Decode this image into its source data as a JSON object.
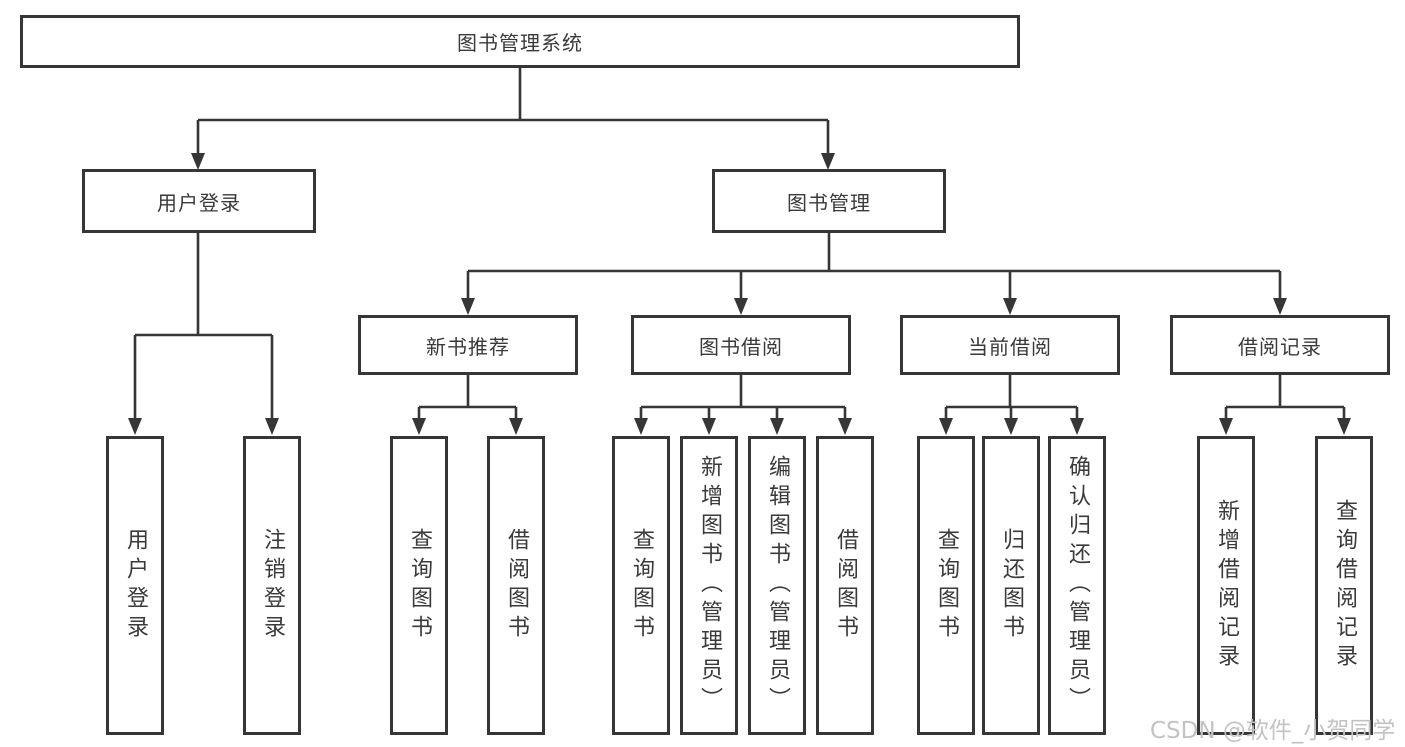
{
  "tree": {
    "label": "图书管理系统",
    "children": [
      {
        "label": "用户登录",
        "children": [
          {
            "label": "用户登录"
          },
          {
            "label": "注销登录"
          }
        ]
      },
      {
        "label": "图书管理",
        "children": [
          {
            "label": "新书推荐",
            "children": [
              {
                "label": "查询图书"
              },
              {
                "label": "借阅图书"
              }
            ]
          },
          {
            "label": "图书借阅",
            "children": [
              {
                "label": "查询图书"
              },
              {
                "label": "新增图书（管理员）"
              },
              {
                "label": "编辑图书（管理员）"
              },
              {
                "label": "借阅图书"
              }
            ]
          },
          {
            "label": "当前借阅",
            "children": [
              {
                "label": "查询图书"
              },
              {
                "label": "归还图书"
              },
              {
                "label": "确认归还（管理员）"
              }
            ]
          },
          {
            "label": "借阅记录",
            "children": [
              {
                "label": "新增借阅记录"
              },
              {
                "label": "查询借阅记录"
              }
            ]
          }
        ]
      }
    ]
  },
  "watermark": {
    "text": "CSDN @软件_小贺同学"
  },
  "colors": {
    "line": "#363636",
    "box_border": "#363636",
    "text": "#3a3a3a",
    "watermark": "#c3c3c3",
    "background": "#ffffff"
  }
}
